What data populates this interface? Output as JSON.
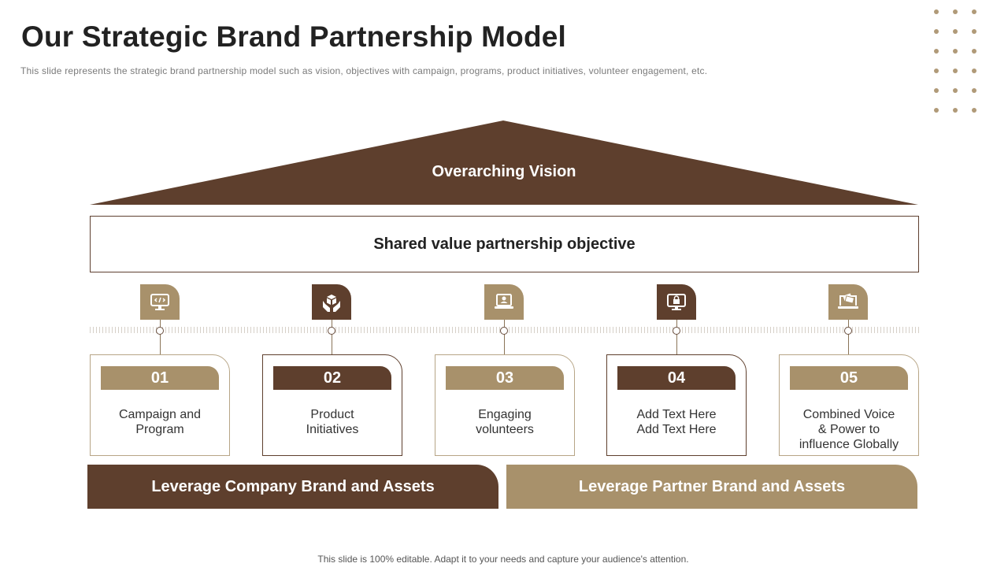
{
  "title": "Our Strategic Brand Partnership Model",
  "subtitle": "This slide represents the strategic brand partnership model such as vision, objectives with campaign, programs, product initiatives, volunteer engagement, etc.",
  "vision": "Overarching Vision",
  "objective": "Shared value partnership objective",
  "colors": {
    "brown": "#5e3f2d",
    "tan": "#a8916b"
  },
  "pillars": [
    {
      "number": "01",
      "text": "Campaign and\nProgram",
      "icon": "monitor-code-icon",
      "tone": "tan"
    },
    {
      "number": "02",
      "text": "Product\nInitiatives",
      "icon": "hands-cube-icon",
      "tone": "brown"
    },
    {
      "number": "03",
      "text": "Engaging\nvolunteers",
      "icon": "laptop-user-icon",
      "tone": "tan"
    },
    {
      "number": "04",
      "text": "Add Text Here\nAdd Text Here",
      "icon": "monitor-lock-icon",
      "tone": "brown"
    },
    {
      "number": "05",
      "text": "Combined Voice\n& Power to\ninfluence Globally",
      "icon": "laptop-money-icon",
      "tone": "tan"
    }
  ],
  "foundation": {
    "left": "Leverage Company Brand and Assets",
    "right": "Leverage Partner Brand and Assets"
  },
  "footer": "This slide is 100% editable. Adapt it to your needs and capture your audience's attention."
}
